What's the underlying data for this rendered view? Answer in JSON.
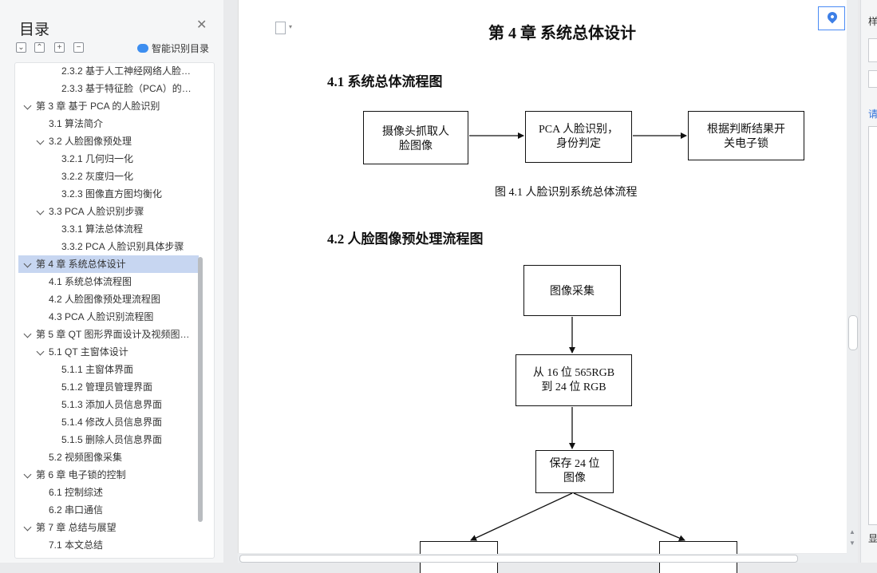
{
  "toc": {
    "title": "目录",
    "close_icon": "✕",
    "tools": [
      "⌄",
      "⌃",
      "+",
      "−"
    ],
    "smart_label": "智能识别目录",
    "items": [
      {
        "text": "2.3.2 基于人工神经网络人脸…",
        "level": 3,
        "expanded": null,
        "selected": false
      },
      {
        "text": "2.3.3 基于特征脸（PCA）的…",
        "level": 3,
        "expanded": null,
        "selected": false
      },
      {
        "text": "第 3 章 基于 PCA 的人脸识别",
        "level": 1,
        "expanded": true,
        "selected": false
      },
      {
        "text": "3.1 算法简介",
        "level": 2,
        "expanded": null,
        "selected": false
      },
      {
        "text": "3.2 人脸图像预处理",
        "level": 2,
        "expanded": true,
        "selected": false
      },
      {
        "text": "3.2.1 几何归一化",
        "level": 3,
        "expanded": null,
        "selected": false
      },
      {
        "text": "3.2.2 灰度归一化",
        "level": 3,
        "expanded": null,
        "selected": false
      },
      {
        "text": "3.2.3 图像直方图均衡化",
        "level": 3,
        "expanded": null,
        "selected": false
      },
      {
        "text": "3.3 PCA 人脸识别步骤",
        "level": 2,
        "expanded": true,
        "selected": false
      },
      {
        "text": "3.3.1 算法总体流程",
        "level": 3,
        "expanded": null,
        "selected": false
      },
      {
        "text": "3.3.2 PCA 人脸识别具体步骤",
        "level": 3,
        "expanded": null,
        "selected": false
      },
      {
        "text": "第 4 章 系统总体设计",
        "level": 1,
        "expanded": true,
        "selected": true
      },
      {
        "text": "4.1 系统总体流程图",
        "level": 2,
        "expanded": null,
        "selected": false
      },
      {
        "text": "4.2 人脸图像预处理流程图",
        "level": 2,
        "expanded": null,
        "selected": false
      },
      {
        "text": "4.3 PCA 人脸识别流程图",
        "level": 2,
        "expanded": null,
        "selected": false
      },
      {
        "text": "第 5 章 QT 图形界面设计及视频图…",
        "level": 1,
        "expanded": true,
        "selected": false
      },
      {
        "text": "5.1 QT 主窗体设计",
        "level": 2,
        "expanded": true,
        "selected": false
      },
      {
        "text": "5.1.1 主窗体界面",
        "level": 3,
        "expanded": null,
        "selected": false
      },
      {
        "text": "5.1.2 管理员管理界面",
        "level": 3,
        "expanded": null,
        "selected": false
      },
      {
        "text": "5.1.3 添加人员信息界面",
        "level": 3,
        "expanded": null,
        "selected": false
      },
      {
        "text": "5.1.4 修改人员信息界面",
        "level": 3,
        "expanded": null,
        "selected": false
      },
      {
        "text": "5.1.5 删除人员信息界面",
        "level": 3,
        "expanded": null,
        "selected": false
      },
      {
        "text": "5.2 视频图像采集",
        "level": 2,
        "expanded": null,
        "selected": false
      },
      {
        "text": "第 6 章 电子锁的控制",
        "level": 1,
        "expanded": true,
        "selected": false
      },
      {
        "text": "6.1 控制综述",
        "level": 2,
        "expanded": null,
        "selected": false
      },
      {
        "text": "6.2 串口通信",
        "level": 2,
        "expanded": null,
        "selected": false
      },
      {
        "text": "第 7 章 总结与展望",
        "level": 1,
        "expanded": true,
        "selected": false
      },
      {
        "text": "7.1 本文总结",
        "level": 2,
        "expanded": null,
        "selected": false
      }
    ]
  },
  "document": {
    "chapter_title": "第 4 章  系统总体设计",
    "section1_title": "4.1  系统总体流程图",
    "flow1": [
      "摄像头抓取人\n脸图像",
      "PCA 人脸识别，\n身份判定",
      "根据判断结果开\n关电子锁"
    ],
    "figure1_caption": "图 4.1  人脸识别系统总体流程",
    "section2_title": "4.2  人脸图像预处理流程图",
    "flow2": [
      "图像采集",
      "从 16 位 565RGB\n到 24 位 RGB",
      "保存 24 位\n图像",
      "",
      ""
    ]
  },
  "right_panel": {
    "label_top": "样",
    "label_mid": "请",
    "label_bottom": "显"
  },
  "icons": {
    "locate": "map-pin-icon",
    "doc": "document-icon"
  },
  "colors": {
    "selection": "#c7d6f1",
    "accent": "#3d7fe6"
  }
}
